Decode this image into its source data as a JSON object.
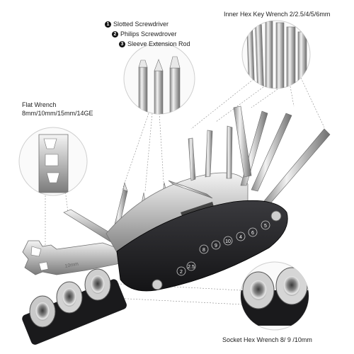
{
  "callouts": {
    "screwdriver_list": [
      {
        "num": "1",
        "text": "Slotted Screwdriver"
      },
      {
        "num": "2",
        "text": "Philips Screwdrover"
      },
      {
        "num": "3",
        "text": "Sleeve Extension Rod"
      }
    ],
    "hex_key": "Inner Hex Key Wrench 2/2.5/4/5/6mm",
    "flat_wrench_title": "Flat Wrench",
    "flat_wrench_sizes": "8mm/10mm/15mm/14GE",
    "socket_wrench": "Socket Hex Wrench 8/ 9 /10mm"
  },
  "tool_markings": {
    "sizes": [
      "6",
      "5",
      "4",
      "2.5",
      "2",
      "10",
      "8",
      "9"
    ],
    "label_dots": [
      "5",
      "6"
    ]
  },
  "colors": {
    "body": "#1f1f22",
    "metal_light": "#e6e6e6",
    "metal_mid": "#b5b5b5",
    "metal_dark": "#7d7d7d",
    "callout_line": "#8a8a8a"
  }
}
